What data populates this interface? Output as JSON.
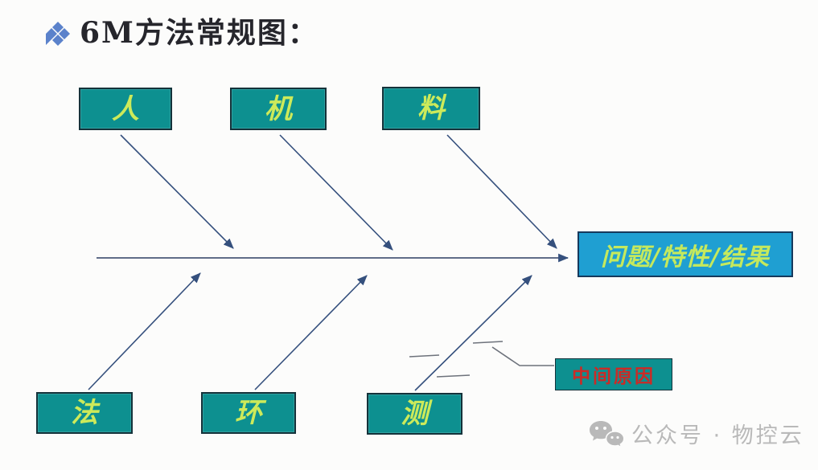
{
  "title": {
    "bullet_icon": "diamond-cluster-icon",
    "text": "6M方法常规图："
  },
  "diagram": {
    "type": "fishbone",
    "top_causes": [
      {
        "label": "人"
      },
      {
        "label": "机"
      },
      {
        "label": "料"
      }
    ],
    "bottom_causes": [
      {
        "label": "法"
      },
      {
        "label": "环"
      },
      {
        "label": "测"
      }
    ],
    "effect": {
      "label": "问题/特性/结果"
    },
    "callout": {
      "label": "中间原因"
    }
  },
  "watermark": {
    "icon": "wechat-icon",
    "text": "公众号 · 物控云"
  },
  "colors": {
    "cause-box-fill": "#0d9090",
    "cause-box-border": "#14323a",
    "cause-text": "#cdea5a",
    "effect-box-fill": "#1f9fd2",
    "effect-box-border": "#16395c",
    "effect-text": "#c5e95d",
    "callout-text": "#cc2a26",
    "arrow": "#35507d",
    "sub-line": "#6d727b",
    "title-text": "#26262c",
    "bullet": "#5b82cb",
    "watermark": "#b9b9b9",
    "background": "#fcfcfb"
  }
}
